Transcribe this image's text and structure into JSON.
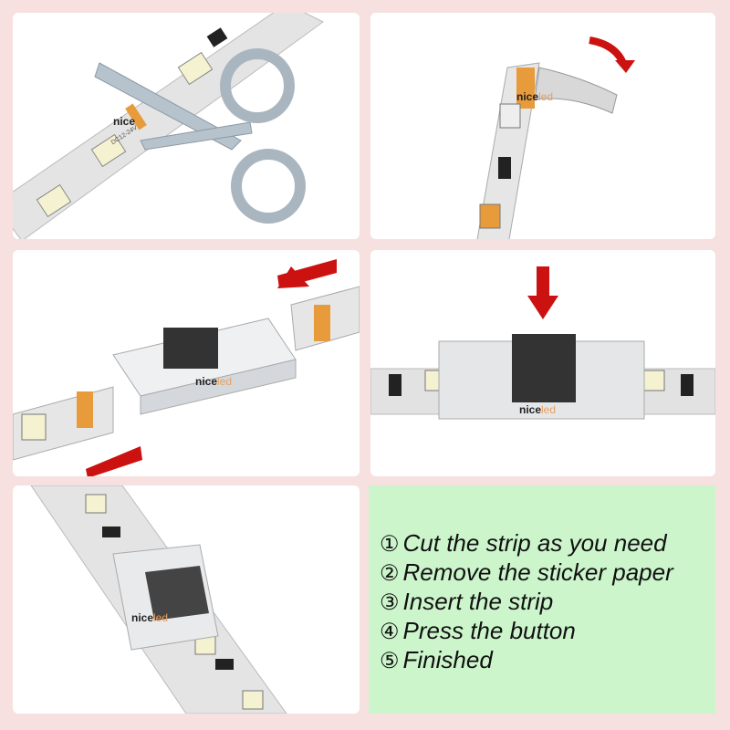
{
  "logo": {
    "main": "nice",
    "accent": "led"
  },
  "strip_label": "DC12-24V",
  "steps": [
    {
      "num": "①",
      "text": "Cut the strip as you need"
    },
    {
      "num": "②",
      "text": "Remove the sticker paper"
    },
    {
      "num": "③",
      "text": "Insert the strip"
    },
    {
      "num": "④",
      "text": "Press the button"
    },
    {
      "num": "⑤",
      "text": "Finished"
    }
  ],
  "colors": {
    "background": "#f7e0e0",
    "steps_panel": "#ccf5cc",
    "arrow": "#cc1111"
  }
}
